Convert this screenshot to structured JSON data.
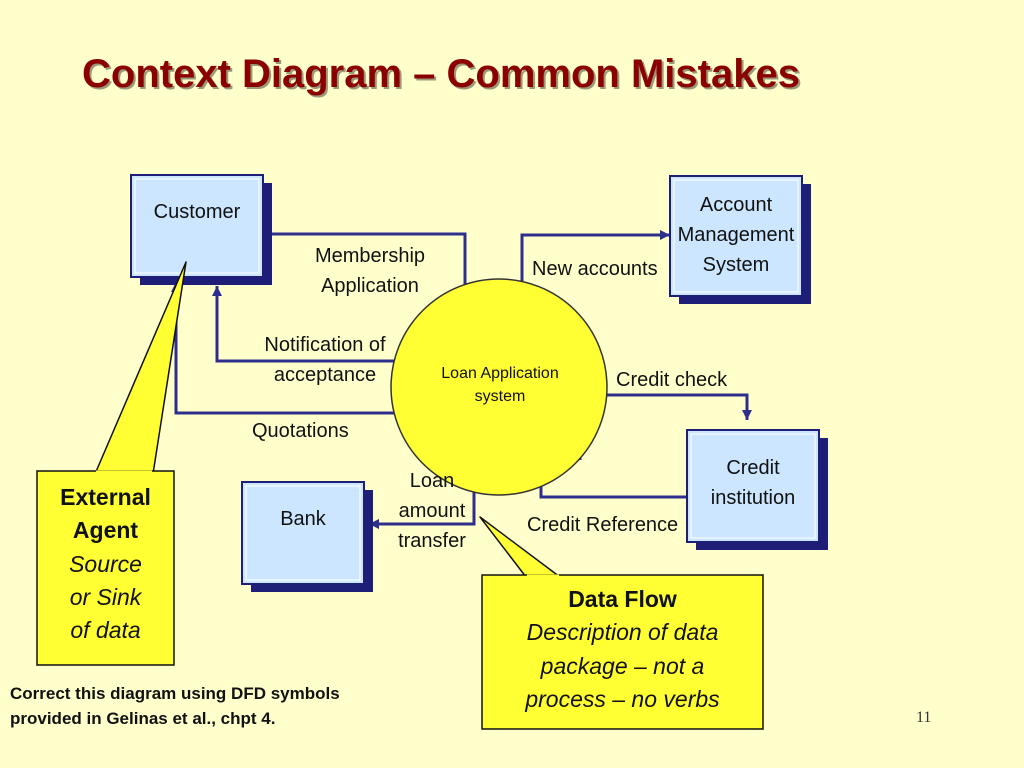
{
  "title": "Context Diagram – Common Mistakes",
  "entities": {
    "customer": "Customer",
    "account_management": [
      "Account",
      "Management",
      "System"
    ],
    "credit_institution": [
      "Credit",
      "institution"
    ],
    "bank": "Bank"
  },
  "process": [
    "Loan Application",
    "system"
  ],
  "flows": {
    "membership_application": [
      "Membership",
      "Application"
    ],
    "notification_of_acceptance": [
      "Notification of",
      "acceptance"
    ],
    "quotations": "Quotations",
    "new_accounts": "New accounts",
    "credit_check": "Credit check",
    "credit_reference": "Credit Reference",
    "loan_amount_transfer": [
      "Loan",
      "amount",
      "transfer"
    ]
  },
  "callouts": {
    "external_agent": {
      "heading": [
        "External",
        "Agent"
      ],
      "description": [
        "Source",
        "or Sink",
        "of data"
      ]
    },
    "data_flow": {
      "heading": "Data Flow",
      "description": [
        "Description of data",
        "package – not a",
        "process – no verbs"
      ]
    }
  },
  "footnote": "Correct this diagram using DFD symbols  provided in Gelinas et al., chpt 4.",
  "page_number": "11",
  "colors": {
    "background": "#FFFFCC",
    "title": "#8B0000",
    "entity_fill": "#CCE6FF",
    "entity_shadow": "#1E1E78",
    "process_fill": "#FFFF33",
    "callout_fill": "#FFFF33",
    "arrow": "#2E2E8C"
  }
}
